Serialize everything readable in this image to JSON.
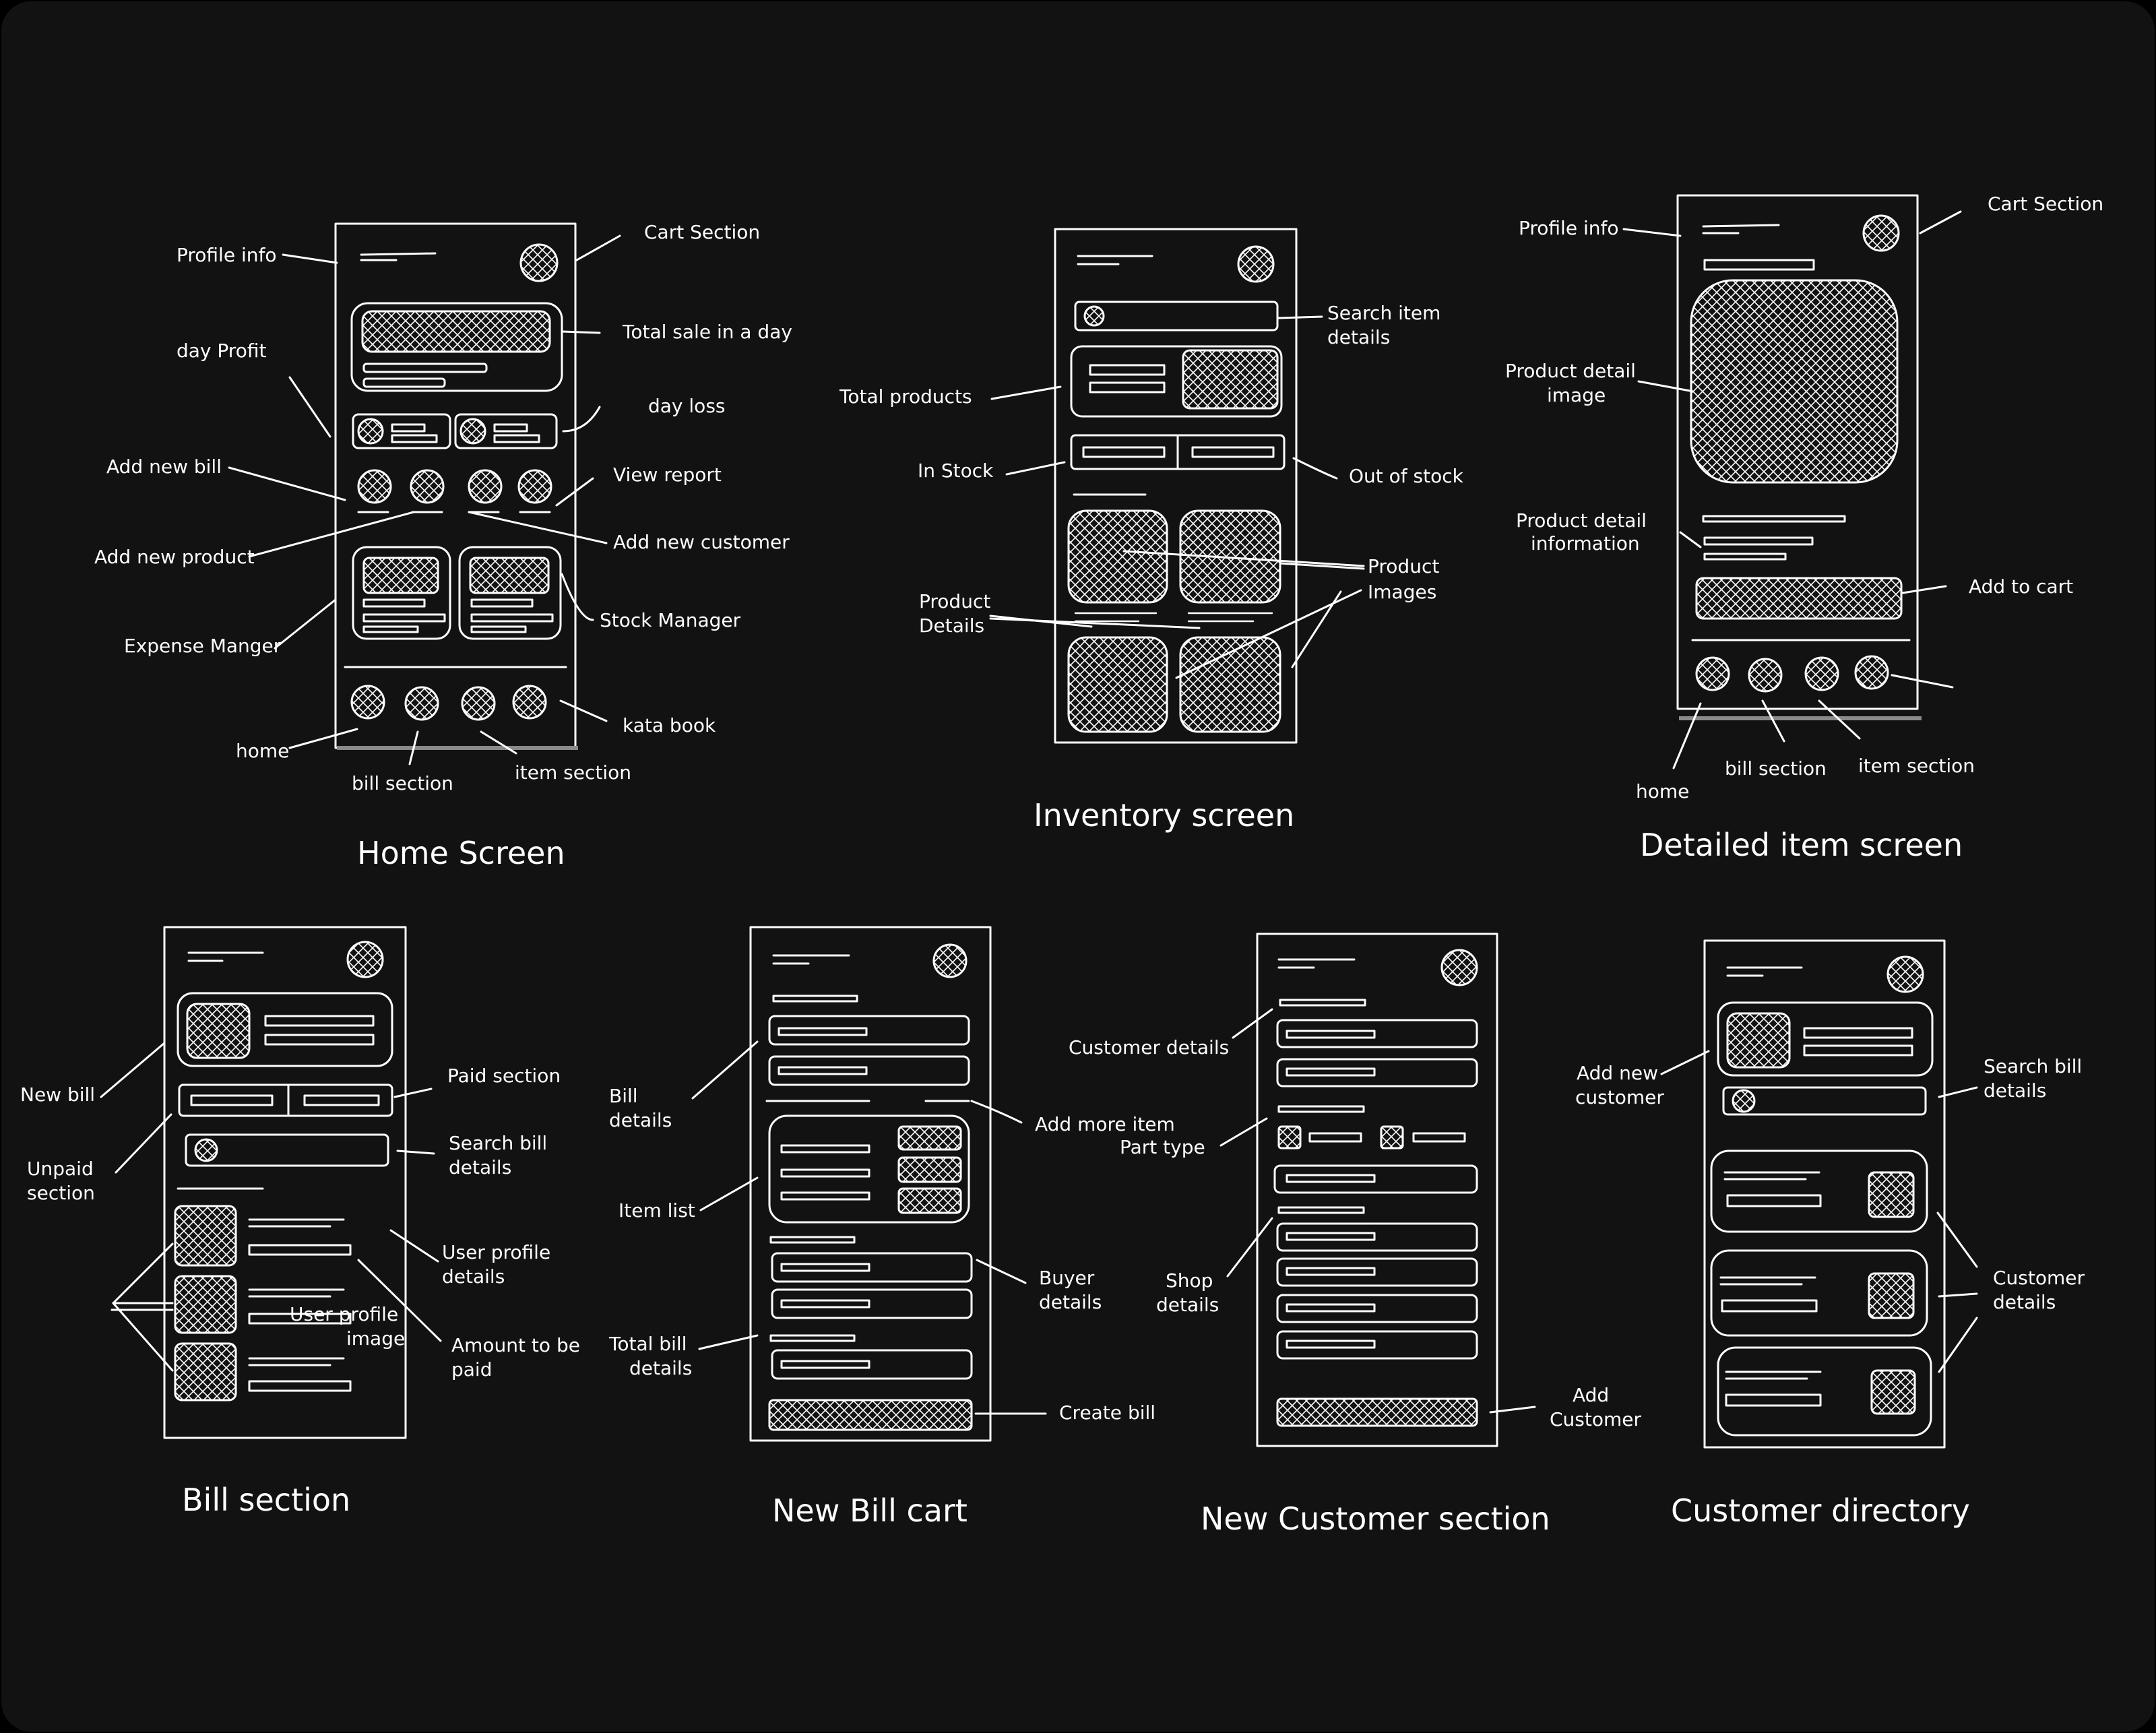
{
  "colors": {
    "canvas": "#121212",
    "outer": "#000000",
    "ink": "#ffffff"
  },
  "screens": {
    "home": {
      "title": "Home Screen",
      "labels": {
        "profile_info": "Profile info",
        "cart_section": "Cart Section",
        "total_sale": "Total sale in a day",
        "day_profit": "day Profit",
        "day_loss": "day loss",
        "add_new_bill": "Add new bill",
        "view_report": "View report",
        "add_new_customer": "Add new customer",
        "add_new_product": "Add new product",
        "stock_manager": "Stock Manager",
        "expense_manger": "Expense Manger",
        "kata_book": "kata book",
        "home": "home",
        "bill_section": "bill section",
        "item_section": "item section"
      }
    },
    "inventory": {
      "title": "Inventory screen",
      "labels": {
        "search_item_1": "Search item",
        "search_item_2": "details",
        "total_products": "Total products",
        "in_stock": "In Stock",
        "out_of_stock": "Out of stock",
        "product_images_1": "Product",
        "product_images_2": "Images",
        "product_details_1": "Product",
        "product_details_2": "Details"
      }
    },
    "detailed": {
      "title": "Detailed item screen",
      "labels": {
        "profile_info": "Profile info",
        "cart_section": "Cart Section",
        "detail_image_1": "Product detail",
        "detail_image_2": "image",
        "detail_info_1": "Product detail",
        "detail_info_2": "information",
        "add_to_cart": "Add to cart",
        "home": "home",
        "bill_section": "bill section",
        "item_section": "item section"
      }
    },
    "bill": {
      "title": "Bill section",
      "labels": {
        "new_bill": "New bill",
        "paid_section": "Paid section",
        "unpaid_1": "Unpaid",
        "unpaid_2": "section",
        "search_1": "Search bill",
        "search_2": "details",
        "user_profile_1": "User profile",
        "user_profile_2": "details",
        "user_image_1": "User profile",
        "user_image_2": "image",
        "amount_1": "Amount to be",
        "amount_2": "paid"
      }
    },
    "new_bill": {
      "title": "New Bill cart",
      "labels": {
        "bill_details_1": "Bill",
        "bill_details_2": "details",
        "add_more_item": "Add more item",
        "item_list": "Item list",
        "buyer_1": "Buyer",
        "buyer_2": "details",
        "total_1": "Total bill",
        "total_2": "details",
        "create_bill": "Create bill"
      }
    },
    "new_customer": {
      "title": "New Customer section",
      "labels": {
        "customer_details": "Customer details",
        "part_type": "Part type",
        "shop_1": "Shop",
        "shop_2": "details",
        "add_1": "Add",
        "add_2": "Customer"
      }
    },
    "directory": {
      "title": "Customer directory",
      "labels": {
        "add_new_1": "Add new",
        "add_new_2": "customer",
        "search_1": "Search bill",
        "search_2": "details",
        "customer_1": "Customer",
        "customer_2": "details"
      }
    }
  }
}
